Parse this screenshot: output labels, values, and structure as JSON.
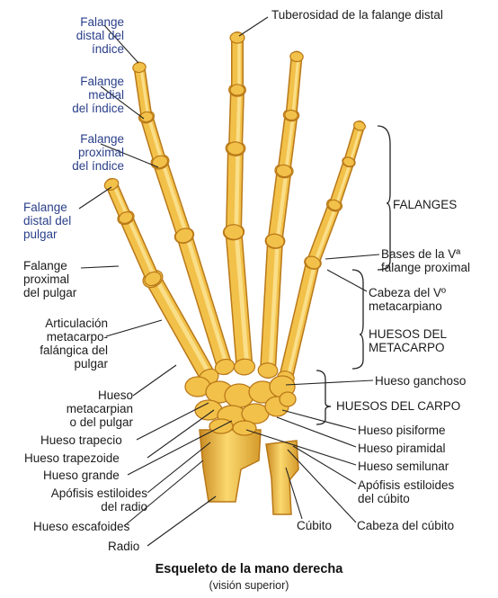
{
  "labels": {
    "tuberosidad": "Tuberosidad de la falange distal",
    "falange_distal_indice": [
      "Falange",
      "distal del",
      "índice"
    ],
    "falange_medial_indice": [
      "Falange",
      "medial",
      "del índice"
    ],
    "falange_proximal_indice": [
      "Falange",
      "proximal",
      "del índice"
    ],
    "falange_distal_pulgar": [
      "Falange",
      "distal del",
      "pulgar"
    ],
    "falange_proximal_pulgar": [
      "Falange",
      "proximal",
      "del pulgar"
    ],
    "articulacion": [
      "Articulación",
      "metacarpo-",
      "falángica del",
      "pulgar"
    ],
    "hueso_metacarpiano_pulgar": [
      "Hueso",
      "metacarpian",
      "o del pulgar"
    ],
    "hueso_trapecio": "Hueso trapecio",
    "hueso_trapezoide": "Hueso trapezoide",
    "hueso_grande": "Hueso grande",
    "apofisis_radio": [
      "Apófisis estiloides",
      "del radio"
    ],
    "hueso_escafoides": "Hueso escafoides",
    "radio": "Radio",
    "cubito": "Cúbito",
    "cabeza_cubito": "Cabeza del cúbito",
    "falanges": "FALANGES",
    "bases_v": [
      "Bases de la Vª",
      "falange proximal"
    ],
    "cabeza_v": [
      "Cabeza del Vº",
      "metacarpiano"
    ],
    "huesos_metacarpo": [
      "HUESOS DEL",
      "METACARPO"
    ],
    "hueso_ganchoso": "Hueso ganchoso",
    "huesos_carpo": "HUESOS DEL CARPO",
    "hueso_pisiforme": "Hueso pisiforme",
    "hueso_piramidal": "Hueso piramidal",
    "hueso_semilunar": "Hueso semilunar",
    "apofisis_cubito": [
      "Apófisis estiloides",
      "del cúbito"
    ]
  },
  "caption": {
    "title": "Esqueleto de la mano derecha",
    "subtitle": "(visión superior)"
  },
  "colors": {
    "bone": "#f2c14a",
    "bone_dark": "#b97818",
    "bone_light": "#fde79a",
    "blue_text": "#2a3f8a",
    "text": "#1b1b1b"
  }
}
